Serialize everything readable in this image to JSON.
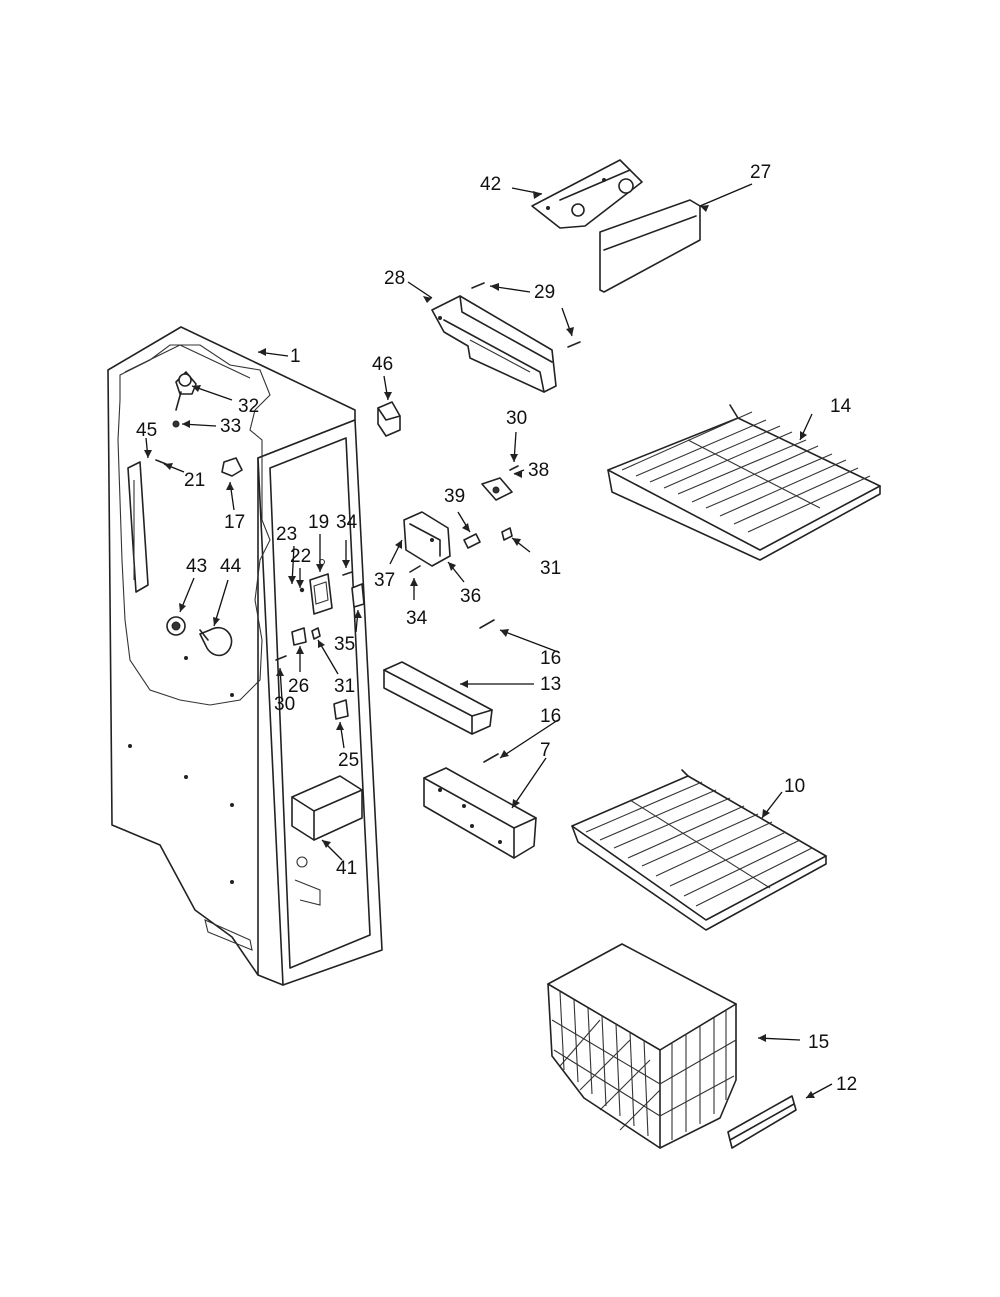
{
  "callouts": [
    {
      "id": "c1",
      "text": "1"
    },
    {
      "id": "c7",
      "text": "7"
    },
    {
      "id": "c10",
      "text": "10"
    },
    {
      "id": "c12",
      "text": "12"
    },
    {
      "id": "c13",
      "text": "13"
    },
    {
      "id": "c14",
      "text": "14"
    },
    {
      "id": "c15",
      "text": "15"
    },
    {
      "id": "c16a",
      "text": "16"
    },
    {
      "id": "c16b",
      "text": "16"
    },
    {
      "id": "c17",
      "text": "17"
    },
    {
      "id": "c19",
      "text": "19"
    },
    {
      "id": "c21",
      "text": "21"
    },
    {
      "id": "c22",
      "text": "22"
    },
    {
      "id": "c23",
      "text": "23"
    },
    {
      "id": "c25",
      "text": "25"
    },
    {
      "id": "c26",
      "text": "26"
    },
    {
      "id": "c27",
      "text": "27"
    },
    {
      "id": "c28",
      "text": "28"
    },
    {
      "id": "c29",
      "text": "29"
    },
    {
      "id": "c30a",
      "text": "30"
    },
    {
      "id": "c30b",
      "text": "30"
    },
    {
      "id": "c31a",
      "text": "31"
    },
    {
      "id": "c31b",
      "text": "31"
    },
    {
      "id": "c32",
      "text": "32"
    },
    {
      "id": "c33",
      "text": "33"
    },
    {
      "id": "c34a",
      "text": "34"
    },
    {
      "id": "c34b",
      "text": "34"
    },
    {
      "id": "c35",
      "text": "35"
    },
    {
      "id": "c36",
      "text": "36"
    },
    {
      "id": "c37",
      "text": "37"
    },
    {
      "id": "c38",
      "text": "38"
    },
    {
      "id": "c39",
      "text": "39"
    },
    {
      "id": "c41",
      "text": "41"
    },
    {
      "id": "c42",
      "text": "42"
    },
    {
      "id": "c43",
      "text": "43"
    },
    {
      "id": "c44",
      "text": "44"
    },
    {
      "id": "c45",
      "text": "45"
    },
    {
      "id": "c46",
      "text": "46"
    }
  ]
}
